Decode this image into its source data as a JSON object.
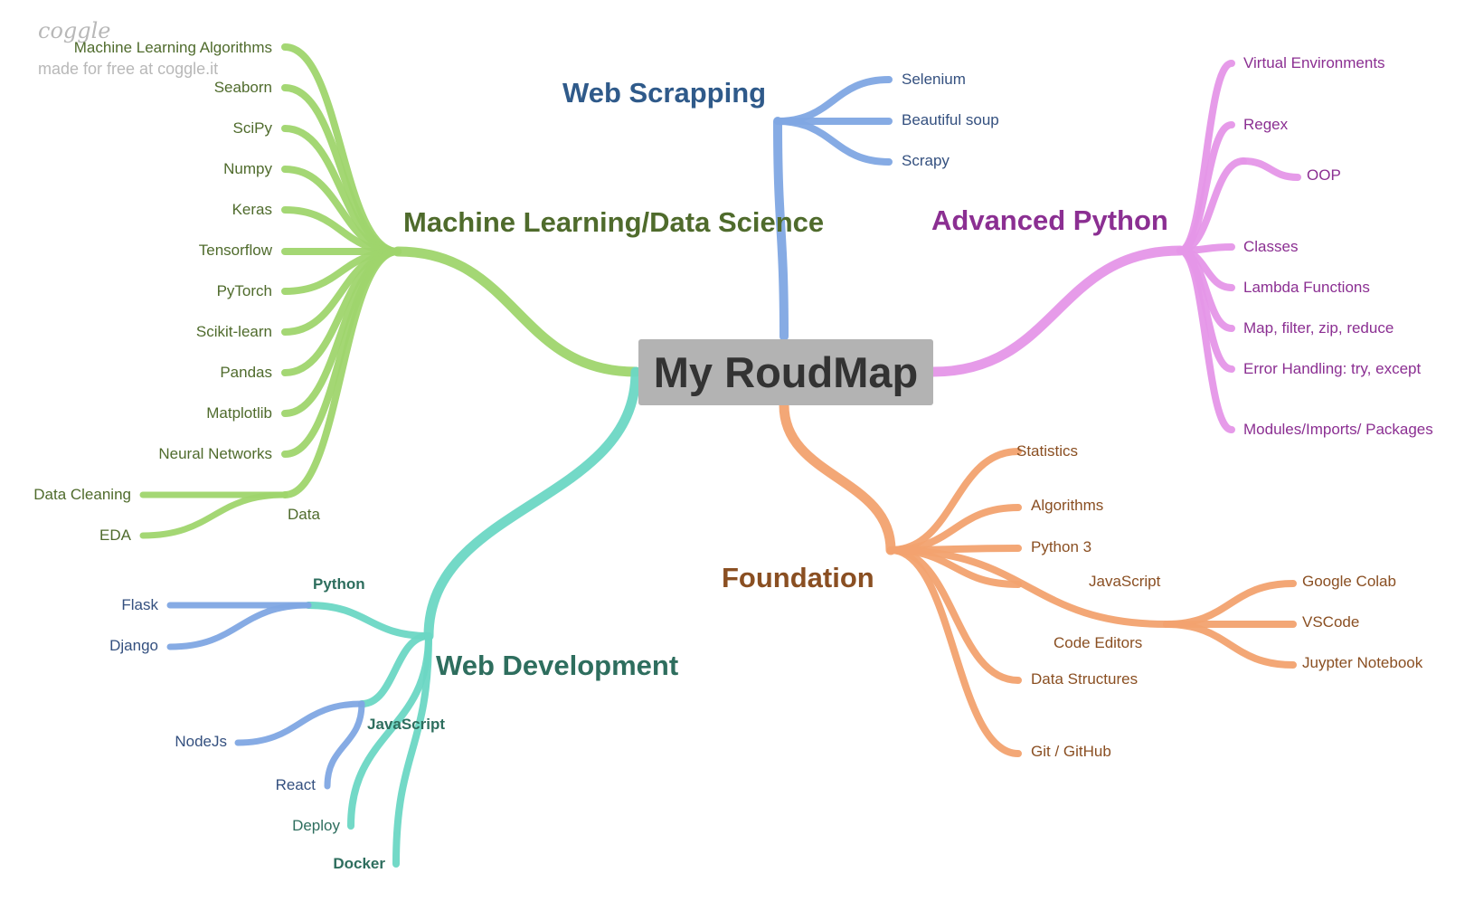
{
  "branding": {
    "logo": "coggle",
    "note": "made for free at coggle.it"
  },
  "center": "My RoudMap",
  "colors": {
    "ml": "#9fd56d",
    "web_scrapping": "#7fa6e3",
    "advanced": "#e596e8",
    "foundation": "#f2a26f",
    "web_dev": "#6bd7c4",
    "web_dev_blue": "#7fa6e3",
    "center_box": "#b3b3b3"
  },
  "branches": {
    "ml": {
      "title": "Machine Learning/Data Science",
      "items": [
        "Machine Learning Algorithms",
        "Seaborn",
        "SciPy",
        "Numpy",
        "Keras",
        "Tensorflow",
        "PyTorch",
        "Scikit-learn",
        "Pandas",
        "Matplotlib",
        "Neural Networks"
      ],
      "data": {
        "label": "Data",
        "children": [
          "Data Cleaning",
          "EDA"
        ]
      }
    },
    "web_scrapping": {
      "title": "Web Scrapping",
      "items": [
        "Selenium",
        "Beautiful soup",
        "Scrapy"
      ]
    },
    "advanced": {
      "title": "Advanced Python",
      "items": [
        "Virtual Environments",
        "Regex",
        "OOP",
        "Classes",
        "Lambda Functions",
        "Map, filter, zip, reduce",
        "Error Handling: try, except",
        "Modules/Imports/ Packages"
      ]
    },
    "foundation": {
      "title": "Foundation",
      "items": [
        "Statistics",
        "Algorithms",
        "Python 3",
        "JavaScript",
        "Data Structures",
        "Git / GitHub"
      ],
      "editors": {
        "label": "Code Editors",
        "children": [
          "Google Colab",
          "VSCode",
          "Juypter Notebook"
        ]
      }
    },
    "web_dev": {
      "title": "Web Development",
      "python": {
        "label": "Python",
        "children": [
          "Flask",
          "Django"
        ]
      },
      "javascript": {
        "label": "JavaScript",
        "children": [
          "NodeJs",
          "React"
        ]
      },
      "deploy": "Deploy",
      "docker": "Docker"
    }
  }
}
